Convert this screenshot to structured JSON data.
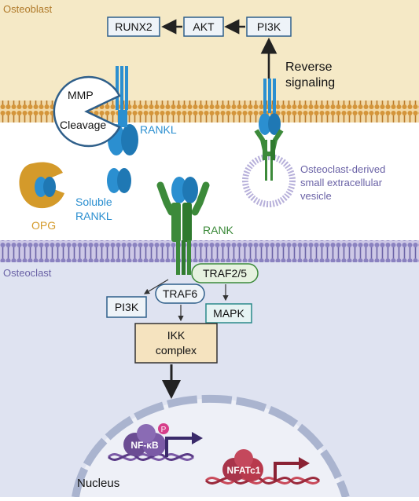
{
  "regions": {
    "osteoblast": "Osteoblast",
    "osteoclast": "Osteoclast"
  },
  "boxes": {
    "runx2": "RUNX2",
    "akt": "AKT",
    "pi3k_top": "PI3K",
    "pi3k_bottom": "PI3K",
    "mapk": "MAPK",
    "ikk_line1": "IKK",
    "ikk_line2": "complex",
    "traf6": "TRAF6",
    "traf25": "TRAF2/5"
  },
  "labels": {
    "reverse_line1": "Reverse",
    "reverse_line2": "signaling",
    "mmp": "MMP",
    "cleavage": "Cleavage",
    "rankl": "RANKL",
    "soluble_line1": "Soluble",
    "soluble_line2": "RANKL",
    "opg": "OPG",
    "rank": "RANK",
    "vesicle_line1": "Osteoclast-derived",
    "vesicle_line2": "small extracellular",
    "vesicle_line3": "vesicle",
    "nucleus": "Nucleus",
    "nfkb": "NF-κB",
    "phospho": "P",
    "nfatc1": "NFATc1"
  },
  "colors": {
    "osteoblast_bg": "#f5e9c6",
    "osteoclast_bg": "#dfe3f1",
    "membrane_top": "#d4953a",
    "membrane_bottom": "#8a82c0",
    "rankl_blue": "#2b8fd0",
    "rank_green": "#3c8a3a",
    "opg_orange": "#d49a2a",
    "nfkb_purple": "#7b5aa6",
    "nfatc1_red": "#b8394c",
    "box_border": "#2f5f8a"
  }
}
